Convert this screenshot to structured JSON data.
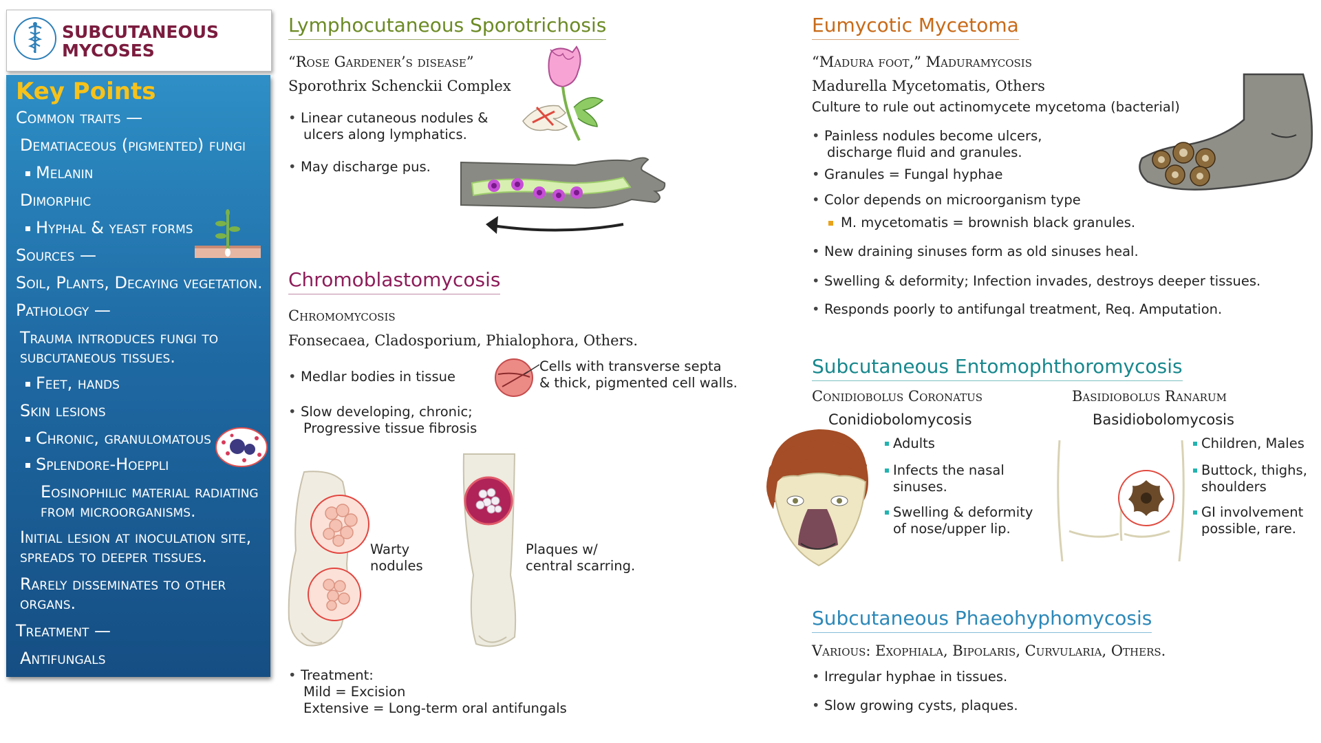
{
  "logo": {
    "title_line1": "SUBCUTANEOUS",
    "title_line2": "MYCOSES",
    "icon": "caduceus-icon"
  },
  "key_points": {
    "title": "Key Points",
    "items": [
      "Common traits —",
      "Dematiaceous (pigmented) fungi",
      "Melanin",
      "Dimorphic",
      "Hyphal & yeast forms",
      "Sources —",
      "Soil, Plants, Decaying vegetation.",
      "Pathology —",
      "Trauma introduces fungi to",
      "subcutaneous tissues.",
      "Feet, hands",
      "Skin lesions",
      "Chronic, granulomatous",
      "Splendore-Hoeppli",
      "Eosinophilic material radiating",
      "from microorganisms.",
      "Initial lesion at inoculation site,",
      "spreads to deeper tissues.",
      "Rarely disseminates to other",
      "organs.",
      "Treatment —",
      "Antifungals"
    ]
  },
  "sporotrichosis": {
    "title": "Lymphocutaneous Sporotrichosis",
    "alias": "“Rose Gardener’s disease”",
    "organism": "Sporothrix Schenckii Complex",
    "bullet1_line1": "Linear cutaneous nodules &",
    "bullet1_line2": "ulcers along lymphatics.",
    "bullet2": "May discharge pus."
  },
  "chromoblastomycosis": {
    "title": "Chromoblastomycosis",
    "alias": "Chromomycosis",
    "organisms": "Fonsecaea, Cladosporium, Phialophora, Others.",
    "bullet1": "Medlar bodies in tissue",
    "callout_line1": "Cells with transverse septa",
    "callout_line2": "& thick, pigmented cell walls.",
    "bullet2_line1": "Slow developing, chronic;",
    "bullet2_line2": "Progressive tissue fibrosis",
    "label_warty_1": "Warty",
    "label_warty_2": "nodules",
    "label_plaques_1": "Plaques w/",
    "label_plaques_2": "central scarring.",
    "treatment_line1": "Treatment:",
    "treatment_line2": "Mild = Excision",
    "treatment_line3": "Extensive = Long-term oral antifungals"
  },
  "mycetoma": {
    "title": "Eumycotic Mycetoma",
    "alias": "“Madura foot,” Maduramycosis",
    "organism": "Madurella Mycetomatis, Others",
    "culture": "Culture to rule out actinomycete mycetoma (bacterial)",
    "b1_line1": "Painless nodules become ulcers,",
    "b1_line2": "discharge fluid and granules.",
    "b2": "Granules = Fungal hyphae",
    "b3": "Color depends on microorganism type",
    "b3_sub": "M. mycetomatis = brownish black granules.",
    "b4": "New draining sinuses form as old sinuses heal.",
    "b5": "Swelling & deformity; Infection invades, destroys deeper tissues.",
    "b6": "Responds poorly to antifungal treatment, Req. Amputation."
  },
  "entomophthoromycosis": {
    "title": "Subcutaneous Entomophthoromycosis",
    "left_organism": "Conidiobolus Coronatus",
    "left_disease": "Conidiobolomycosis",
    "left_b1": "Adults",
    "left_b2_line1": "Infects the nasal",
    "left_b2_line2": "sinuses.",
    "left_b3_line1": "Swelling & deformity",
    "left_b3_line2": "of nose/upper lip.",
    "right_organism": "Basidiobolus Ranarum",
    "right_disease": "Basidiobolomycosis",
    "right_b1": "Children, Males",
    "right_b2_line1": "Buttock, thighs,",
    "right_b2_line2": "shoulders",
    "right_b3_line1": "GI involvement",
    "right_b3_line2": "possible, rare."
  },
  "phaeohyphomycosis": {
    "title": "Subcutaneous Phaeohyphomycosis",
    "organisms": "Various: Exophiala, Bipolaris, Curvularia, Others.",
    "b1": "Irregular hyphae in tissues.",
    "b2": "Slow growing cysts, plaques."
  },
  "colors": {
    "sporo_title": "#6b8a24",
    "chromo_title": "#8d1d5a",
    "mycetoma_title": "#c86a18",
    "entomo_title": "#17888d",
    "phaeo_title": "#2c88b8",
    "sidebar_blue": "#1f6aa4",
    "key_points_yellow": "#f7c21a"
  }
}
